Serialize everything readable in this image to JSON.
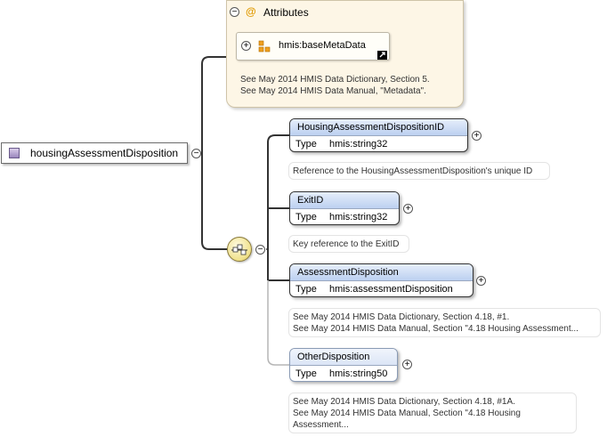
{
  "root": {
    "label": "housingAssessmentDisposition",
    "icon": "element-icon"
  },
  "attributes": {
    "title": "Attributes",
    "at_symbol": "@",
    "item_label": "hmis:baseMetaData",
    "doc_lines": [
      "See May 2014 HMIS Data Dictionary, Section 5.",
      "See May 2014 HMIS Data Manual, \"Metadata\"."
    ]
  },
  "elements": [
    {
      "name": "HousingAssessmentDispositionID",
      "type_label": "Type",
      "type": "hmis:string32",
      "doc": [
        "Reference to the HousingAssessmentDisposition's unique ID"
      ]
    },
    {
      "name": "ExitID",
      "type_label": "Type",
      "type": "hmis:string32",
      "doc": [
        "Key reference to the ExitID"
      ]
    },
    {
      "name": "AssessmentDisposition",
      "type_label": "Type",
      "type": "hmis:assessmentDisposition",
      "doc": [
        "See May 2014 HMIS Data Dictionary, Section 4.18, #1.",
        "See May 2014 HMIS Data Manual, Section \"4.18 Housing Assessment..."
      ]
    },
    {
      "name": "OtherDisposition",
      "type_label": "Type",
      "type": "hmis:string50",
      "doc": [
        "See May 2014 HMIS Data Dictionary, Section 4.18, #1A.",
        "See May 2014 HMIS Data Manual, Section \"4.18 Housing",
        "Assessment..."
      ]
    }
  ],
  "toggles": {
    "collapse": "−",
    "expand": "+"
  }
}
